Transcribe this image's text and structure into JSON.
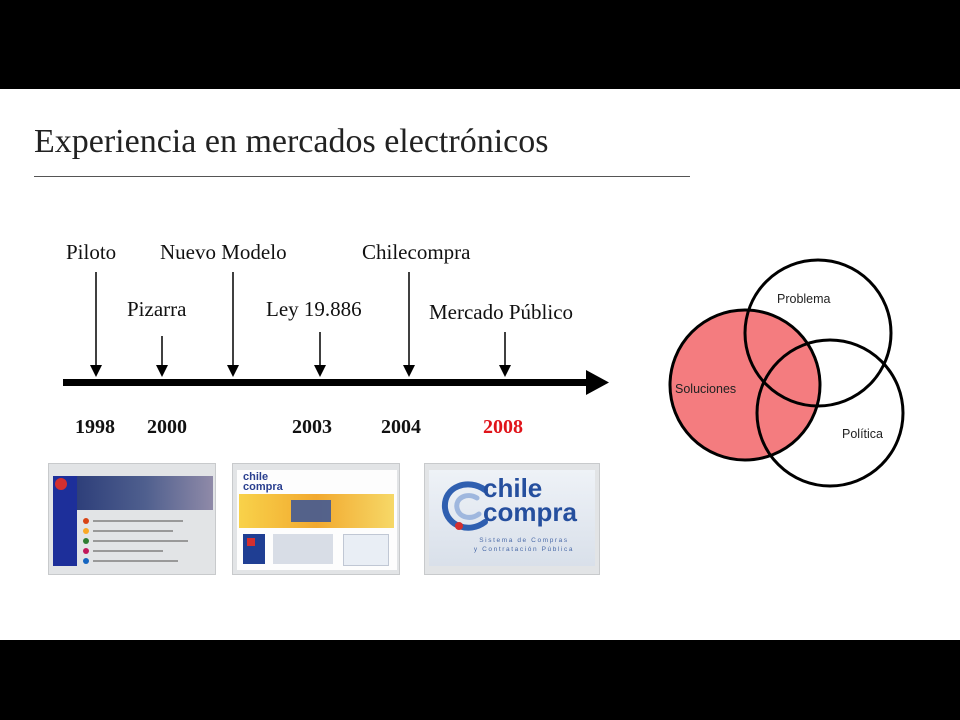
{
  "title": "Experiencia en mercados electrónicos",
  "timeline": {
    "top_labels": [
      "Piloto",
      "Nuevo Modelo",
      "Chilecompra"
    ],
    "mid_labels": [
      "Pizarra",
      "Ley 19.886",
      "Mercado Público"
    ],
    "years": [
      "1998",
      "2000",
      "2003",
      "2004",
      "2008"
    ],
    "highlight_color": "#e0141a"
  },
  "screenshots": {
    "third": {
      "logo_top": "chile",
      "logo_bottom": "compra",
      "tagline_1": "Sistema de Compras",
      "tagline_2": "y Contratación Pública"
    },
    "second": {
      "logo_top": "chile",
      "logo_bottom": "compra"
    }
  },
  "venn": {
    "labels": [
      "Problema",
      "Soluciones",
      "Política"
    ],
    "fill_color": "#f47c7f"
  }
}
